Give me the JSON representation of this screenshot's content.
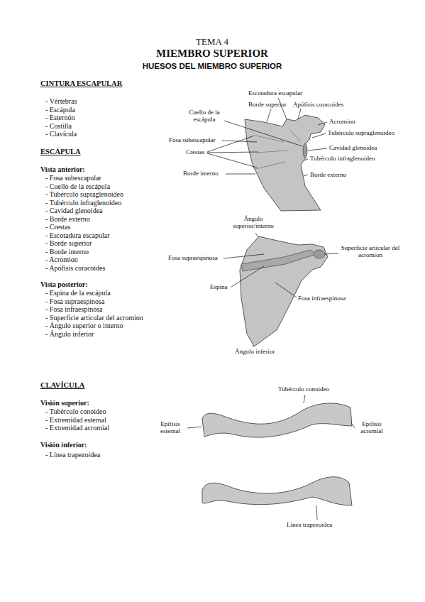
{
  "diagram": {
    "title": "MIEMBRO SUPERIOR",
    "labels": [
      "TEMA 4",
      "HUESOS DEL MIEMBRO SUPERIOR",
      "CINTURA ESCAPULAR",
      "- Vértebras",
      "- Escápula",
      "- Esternón",
      "- Costilla",
      "- Clavícula",
      "ESCÁPULA",
      "Vista anterior:",
      "- Fosa subescapular",
      "- Cuello de la escápula",
      "- Tubérculo supraglenoideo",
      "- Tubérculo infraglenoideo",
      "- Cavidad glenoidea",
      "- Borde externo",
      "- Crestas",
      "- Escotadura escapular",
      "- Borde superior",
      "- Borde interno",
      "- Acromion",
      "- Apófisis coracoides",
      "Vista posterior:",
      "- Espina de la escápula",
      "- Fosa supraespinosa",
      "- Fosa infraespinosa",
      "- Superficie articular del acromion",
      "- Ángulo superior o interno",
      "- Ángulo inferior",
      "CLAVÍCULA",
      "Visión superior:",
      "- Tubérculo conoideo",
      "- Extremidad esternal",
      "- Extremidad acromial",
      "Visión inferior:",
      "- Línea trapezoidea",
      "Escotadura escapular",
      "Borde superior",
      "Apófisis coracoides",
      "Cuello de la escápula",
      "Acromion",
      "Tubérculo supraglenoideo",
      "Fosa subescapular",
      "Cavidad glenoidea",
      "Crestas",
      "Tubérculo infraglenoideo",
      "Borde interno",
      "Borde externo",
      "Ángulo superior/interno",
      "Fosa supraespinosa",
      "Superficie articular del acromion",
      "Espina",
      "Fosa infraespinosa",
      "Ángulo inferior",
      "Tubérculo conoideo",
      "Epífisis esternal",
      "Epífisis acromial",
      "Línea trapezoidea"
    ]
  }
}
